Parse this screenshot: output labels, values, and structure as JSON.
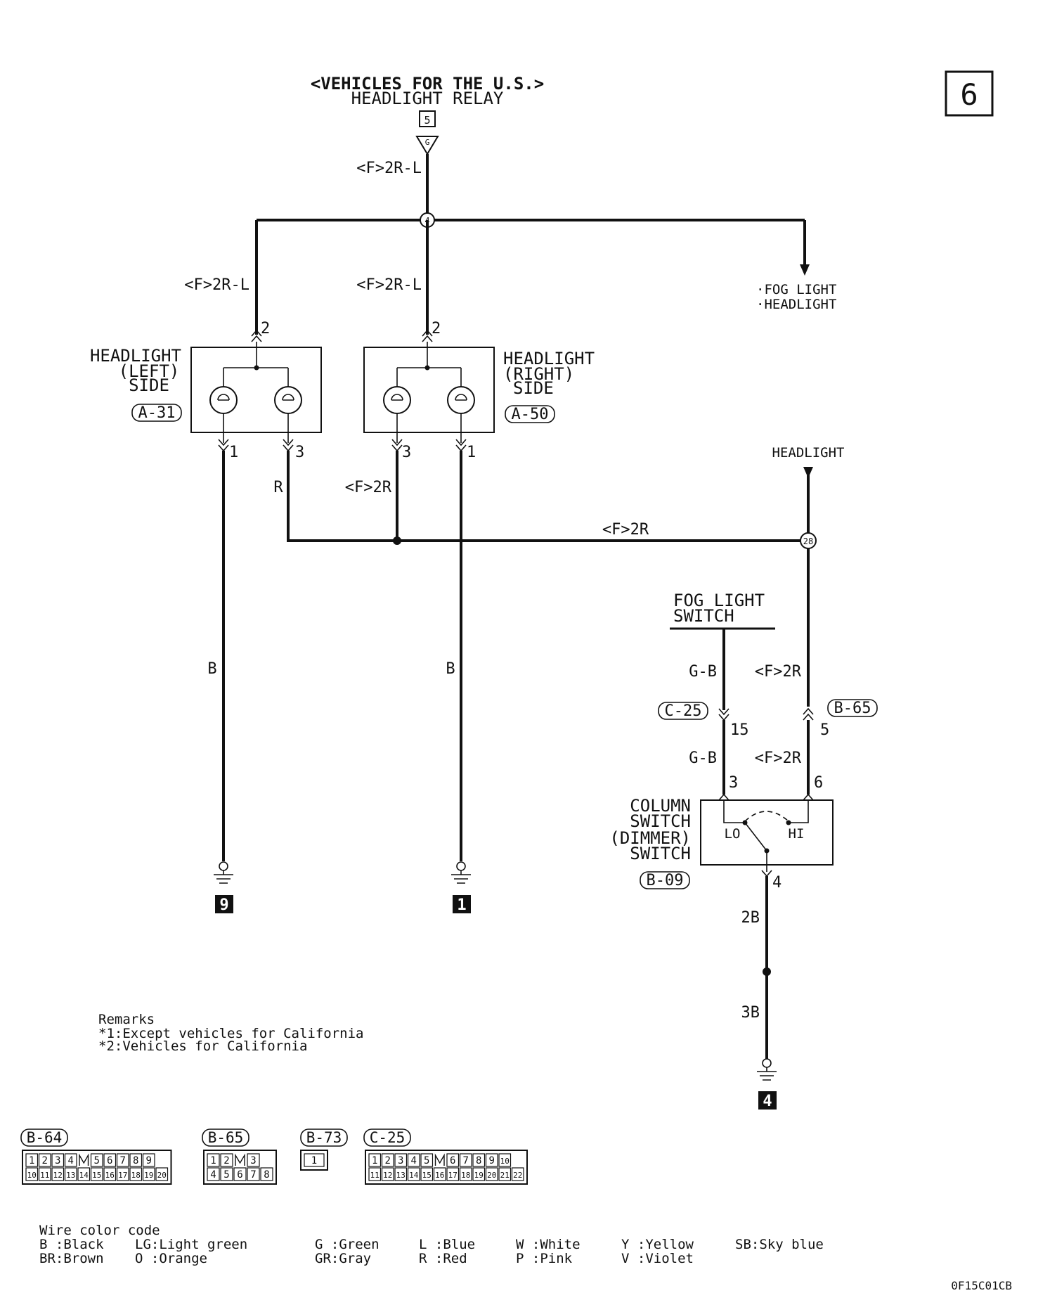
{
  "page_number": "6",
  "title": {
    "line1": "<VEHICLES FOR THE U.S.>",
    "line2": "HEADLIGHT RELAY"
  },
  "relay_ref": "5",
  "relay_terminal": "G",
  "wire_labels": {
    "feed": "<F>2R-L",
    "left_feed": "<F>2R-L",
    "right_feed": "<F>2R-L",
    "left_r": "R",
    "right_f2r": "<F>2R",
    "bus": "<F>2R",
    "left_ground": "B",
    "right_ground": "B",
    "fog_gb_upper": "G-B",
    "fog_f2r_upper": "<F>2R",
    "fog_gb_lower": "G-B",
    "fog_f2r_lower": "<F>2R",
    "col_2b": "2B",
    "col_3b": "3B"
  },
  "splices": {
    "top": "4",
    "right": "28"
  },
  "branch": {
    "line1": "·FOG LIGHT",
    "line2": "·HEADLIGHT"
  },
  "headlight_from": "HEADLIGHT",
  "headlight_left": {
    "name1": "HEADLIGHT",
    "name2": "(LEFT)",
    "name3": "SIDE",
    "connector": "A-31",
    "pin_top": "2",
    "pin_a": "1",
    "pin_b": "3"
  },
  "headlight_right": {
    "name1": "HEADLIGHT",
    "name2": "(RIGHT)",
    "name3": "SIDE",
    "connector": "A-50",
    "pin_top": "2",
    "pin_a": "3",
    "pin_b": "1"
  },
  "fog_switch": {
    "name1": "FOG LIGHT",
    "name2": "SWITCH"
  },
  "connector_c25": {
    "label": "C-25",
    "pin": "15"
  },
  "connector_b65": {
    "label": "B-65",
    "pin": "5"
  },
  "column_switch": {
    "name1": "COLUMN",
    "name2": "SWITCH",
    "name3": "(DIMMER)",
    "name4": "SWITCH",
    "connector": "B-09",
    "pin_lo": "3",
    "pin_hi": "6",
    "pin_out": "4",
    "lo": "LO",
    "hi": "HI"
  },
  "grounds": {
    "left": "9",
    "middle": "1",
    "right": "4"
  },
  "remarks": {
    "title": "Remarks",
    "line1": "*1:Except vehicles for California",
    "line2": "*2:Vehicles for California"
  },
  "connector_views": [
    {
      "label": "B-64",
      "row1": [
        "1",
        "2",
        "3",
        "4",
        "",
        "5",
        "6",
        "7",
        "8",
        "9"
      ],
      "row2": [
        "10",
        "11",
        "12",
        "13",
        "14",
        "15",
        "16",
        "17",
        "18",
        "19",
        "20"
      ]
    },
    {
      "label": "B-65",
      "row1": [
        "1",
        "2",
        "",
        "3"
      ],
      "row2": [
        "4",
        "5",
        "6",
        "7",
        "8"
      ]
    },
    {
      "label": "B-73",
      "row1": [
        "1"
      ]
    },
    {
      "label": "C-25",
      "row1": [
        "1",
        "2",
        "3",
        "4",
        "5",
        "",
        "6",
        "7",
        "8",
        "9",
        "10"
      ],
      "row2": [
        "11",
        "12",
        "13",
        "14",
        "15",
        "16",
        "17",
        "18",
        "19",
        "20",
        "21",
        "22"
      ]
    }
  ],
  "color_code": {
    "title": "Wire color code",
    "row1": [
      "B :Black",
      "LG:Light green",
      "G :Green",
      "L :Blue",
      "W :White",
      "Y :Yellow",
      "SB:Sky blue"
    ],
    "row2": [
      "BR:Brown",
      "O :Orange",
      "GR:Gray",
      "R :Red",
      "P :Pink",
      "V :Violet"
    ]
  },
  "figure_code": "0F15C01CB"
}
